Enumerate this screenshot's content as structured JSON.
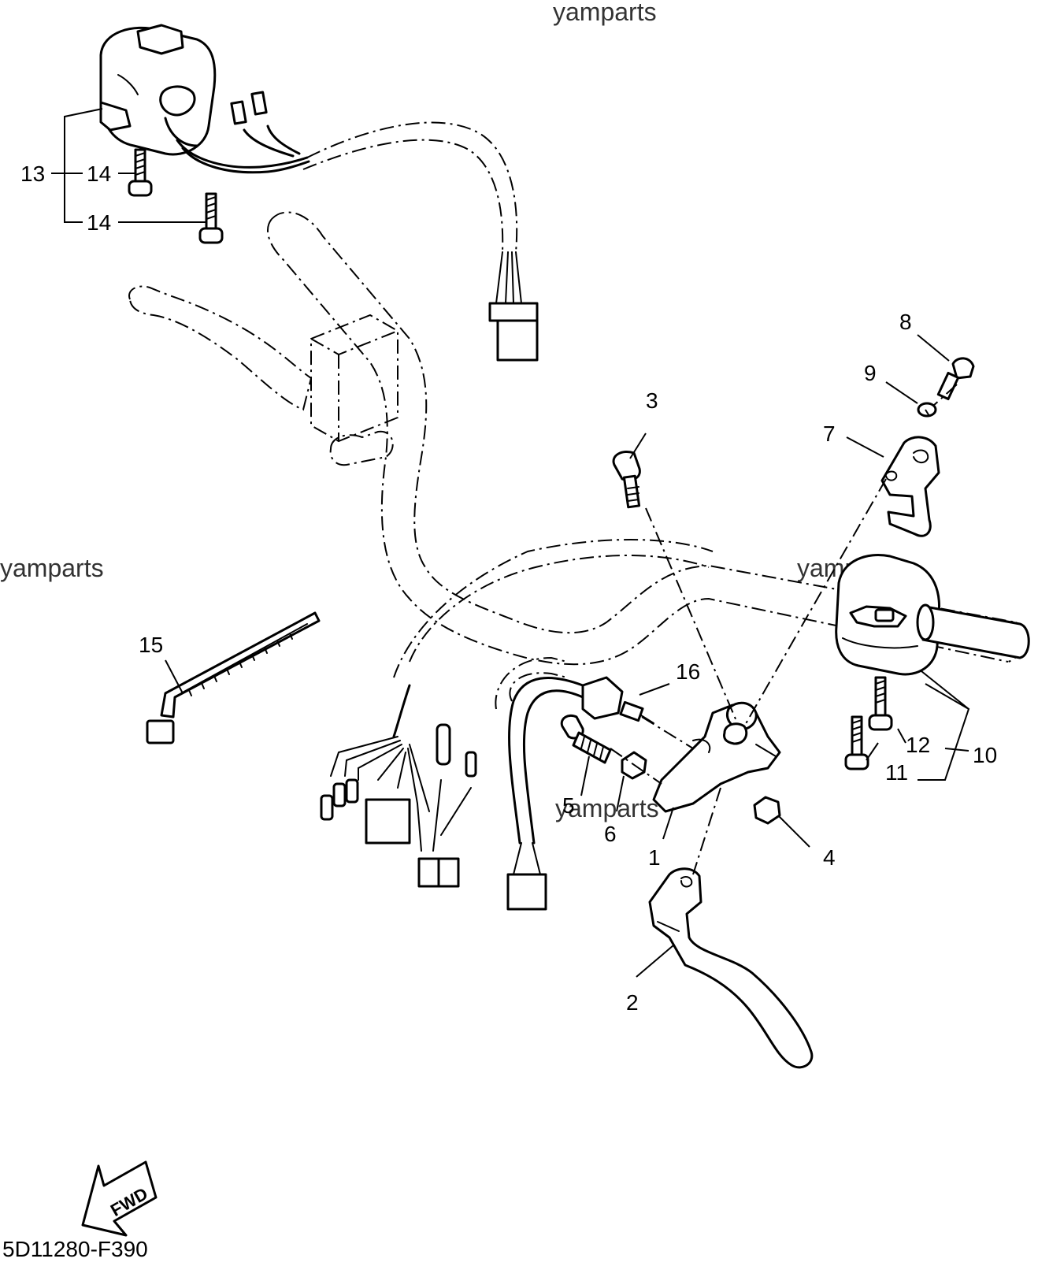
{
  "watermarks": [
    "yamparts",
    "yamparts",
    "yamparts",
    "yamparts"
  ],
  "callouts": {
    "c1": "1",
    "c2": "2",
    "c3": "3",
    "c4": "4",
    "c5": "5",
    "c6": "6",
    "c7": "7",
    "c8": "8",
    "c9": "9",
    "c10": "10",
    "c11": "11",
    "c12": "12",
    "c13": "13",
    "c14a": "14",
    "c14b": "14",
    "c15": "15",
    "c16": "16"
  },
  "fwd_label": "FWD",
  "diagram_code": "5D11280-F390"
}
